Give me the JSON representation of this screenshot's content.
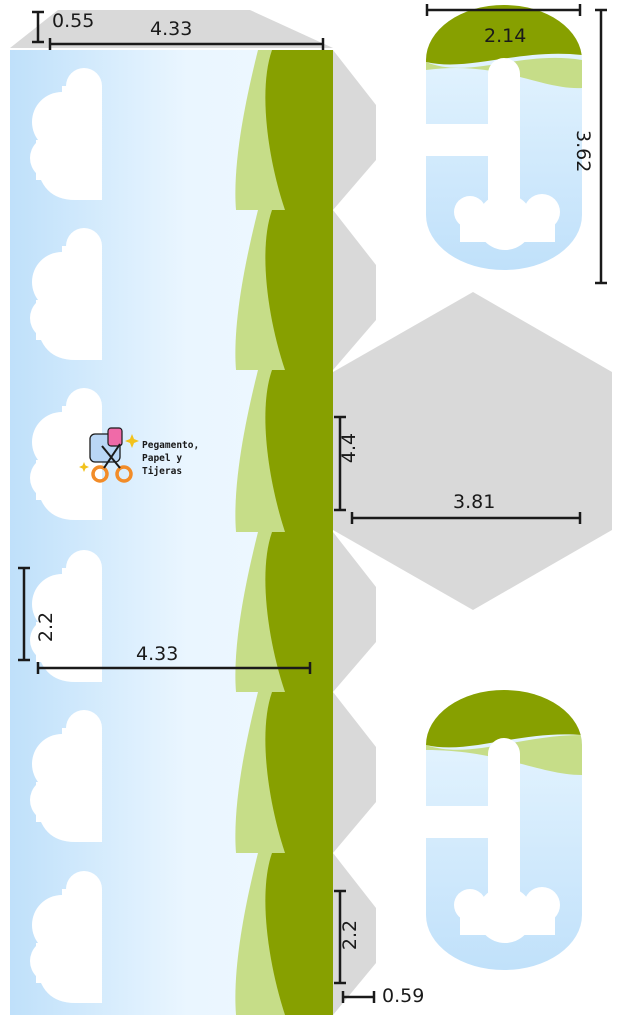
{
  "template": {
    "colors": {
      "tab_gray": "#d9d9d9",
      "sky_top": "#bfe0fa",
      "sky_light": "#eaf6ff",
      "grass_dark": "#87a000",
      "grass_light": "#c6dd88",
      "cloud": "#ffffff",
      "dim_line": "#1a1a1a"
    },
    "dimensions": {
      "top_tab_height": "0.55",
      "top_width": "4.33",
      "cap_width": "2.14",
      "cap_height": "3.62",
      "hex_side": "4.4",
      "hex_width": "3.81",
      "panel_height": "2.2",
      "panel_width": "4.33",
      "bottom_panel_height": "2.2",
      "bottom_tab": "0.59"
    },
    "logo": {
      "line1": "Pegamento,",
      "line2": "Papel y",
      "line3": "Tijeras",
      "icon": "scissors-glue-icon"
    }
  }
}
